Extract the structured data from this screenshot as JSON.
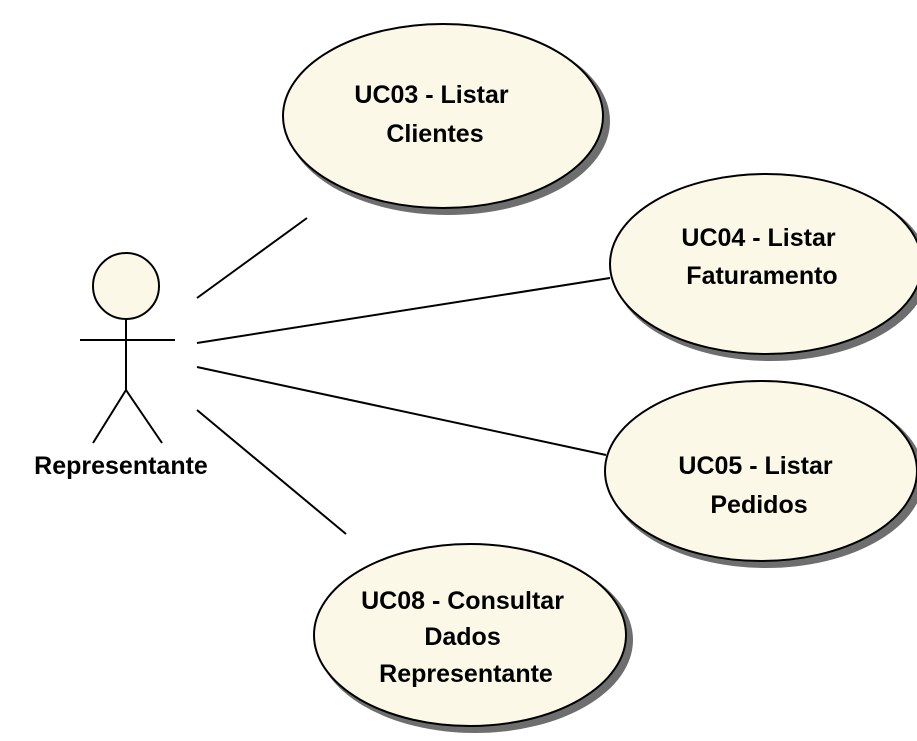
{
  "colors": {
    "usecase_fill": "#fbf8e8",
    "line": "#000000",
    "background": "#ffffff",
    "shadow": "#6e6e6e"
  },
  "actor": {
    "name": "Representante"
  },
  "use_cases": [
    {
      "id": "uc03",
      "lines": [
        "UC03 - Listar",
        "Clientes"
      ]
    },
    {
      "id": "uc04",
      "lines": [
        "UC04 - Listar",
        "Faturamento"
      ]
    },
    {
      "id": "uc05",
      "lines": [
        "UC05 - Listar",
        "Pedidos"
      ]
    },
    {
      "id": "uc08",
      "lines": [
        "UC08 - Consultar",
        "Dados",
        "Representante"
      ]
    }
  ]
}
